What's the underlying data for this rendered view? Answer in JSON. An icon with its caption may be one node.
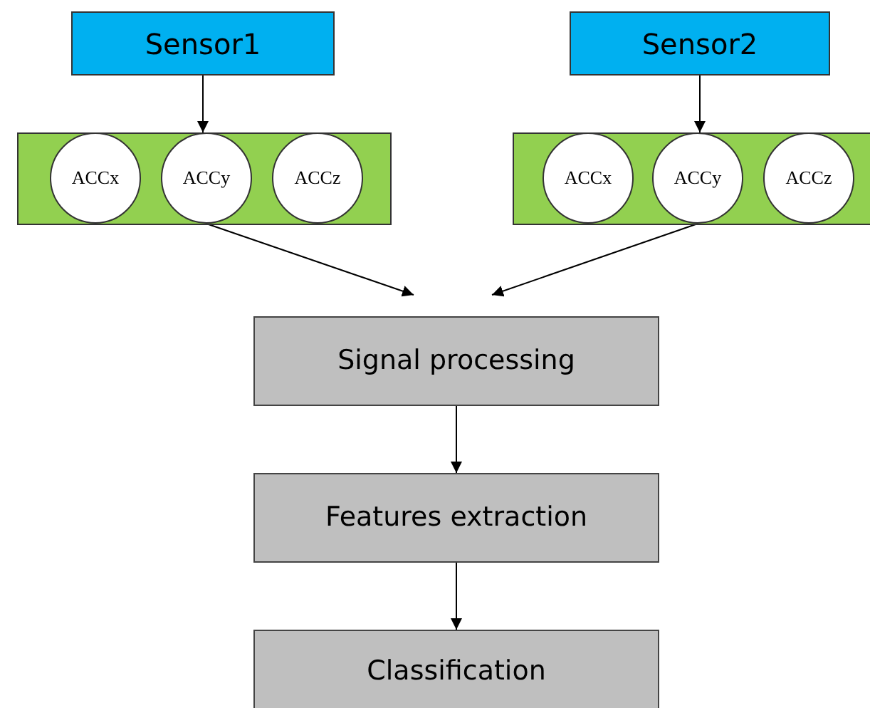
{
  "diagram": {
    "nodes": [
      {
        "text": [
          "Sensor1"
        ]
      },
      {
        "text": [],
        "shape": "box"
      },
      {
        "text": [
          "ACCx"
        ],
        "in": 1
      },
      {
        "text": [
          "ACCy"
        ],
        "in": 1
      },
      {
        "text": [
          "ACCz"
        ],
        "in": 1
      },
      {
        "text": [
          "Sensor2"
        ]
      },
      {
        "text": [],
        "shape": "box"
      },
      {
        "text": [
          "ACCx"
        ],
        "in": 6
      },
      {
        "text": [
          "ACCy"
        ],
        "in": 6
      },
      {
        "text": [
          "ACCz"
        ],
        "in": 6
      },
      {
        "text": [
          "Signal processing"
        ]
      },
      {
        "text": [
          "Features extraction"
        ]
      },
      {
        "text": [
          "Classification"
        ]
      }
    ],
    "edges": [
      {
        "from": 0,
        "to": 3,
        "arrow": "to"
      },
      {
        "from": 5,
        "to": 8,
        "arrow": "to"
      },
      {
        "from": 3,
        "to": 10,
        "arrow": "to"
      },
      {
        "from": 8,
        "to": 10,
        "arrow": "to"
      },
      {
        "from": 10,
        "to": 11,
        "arrow": "to"
      },
      {
        "from": 11,
        "to": 12,
        "arrow": "to"
      }
    ]
  }
}
